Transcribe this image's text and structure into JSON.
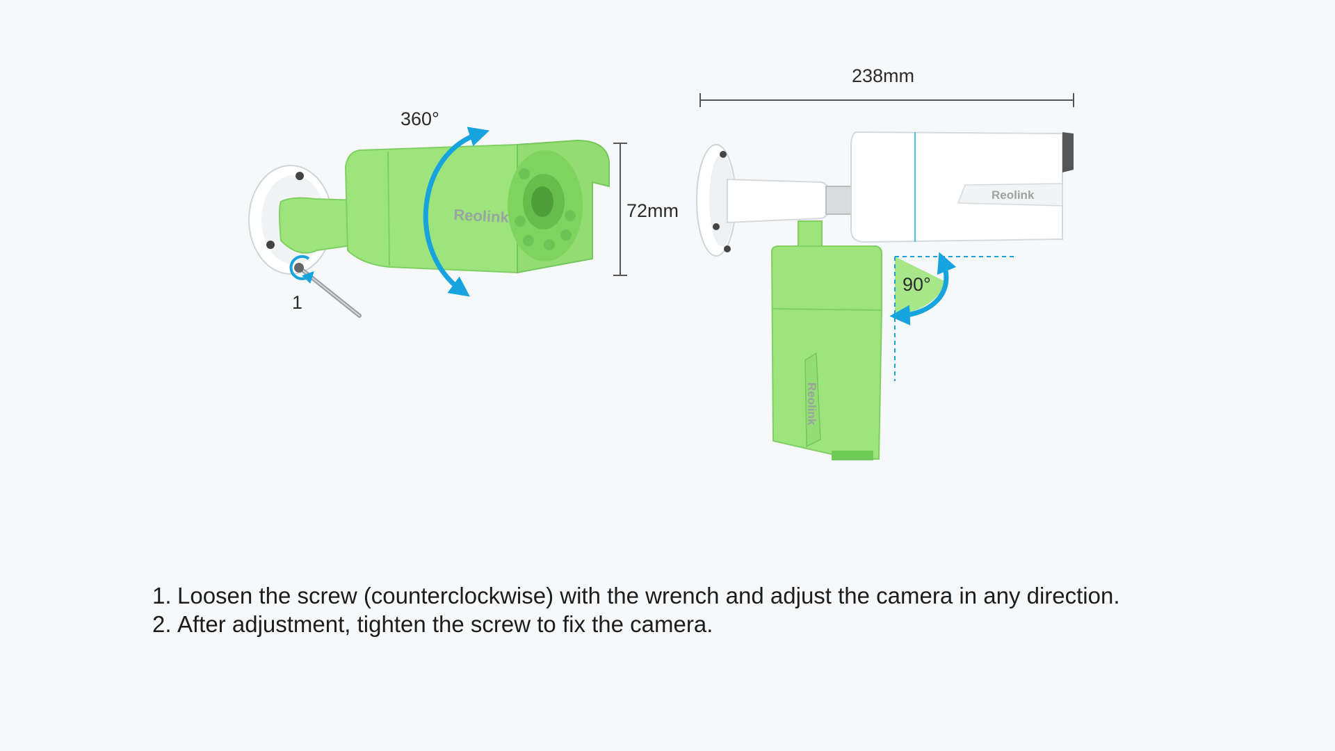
{
  "colors": {
    "background": "#f7f8fa",
    "highlight_green": "#9de47c",
    "highlight_green_dark": "#6fca55",
    "arrow_blue": "#17a3dd",
    "camera_white": "#ffffff",
    "dimension_line": "#555555"
  },
  "labels": {
    "rotation_360": "360°",
    "screw_marker": "1",
    "height": "72mm",
    "length": "238mm",
    "tilt_90": "90°",
    "brand_logo": "Reolink"
  },
  "instructions": [
    {
      "number": "1.",
      "text": "Loosen the screw (counterclockwise) with the wrench and adjust the camera in any direction."
    },
    {
      "number": "2.",
      "text": "After adjustment, tighten the screw to fix the camera."
    }
  ],
  "icons": {
    "rotation": "circular-arrow-icon",
    "screw": "counterclockwise-arrow-icon",
    "tilt": "curved-arrow-icon"
  }
}
